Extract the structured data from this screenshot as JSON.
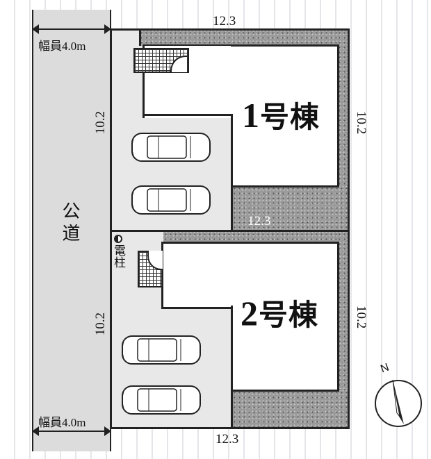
{
  "road": {
    "label": "公道",
    "width_top": "幅員4.0m",
    "width_bottom": "幅員4.0m"
  },
  "lots": [
    {
      "id": "1",
      "label_num": "1",
      "label_suffix": "号棟",
      "dim_top": "12.3",
      "dim_bottom": "12.3",
      "dim_left": "10.2",
      "dim_right": "10.2",
      "parking_spaces": 2
    },
    {
      "id": "2",
      "label_num": "2",
      "label_suffix": "号棟",
      "dim_bottom": "12.3",
      "dim_left": "10.2",
      "dim_right": "10.2",
      "parking_spaces": 2
    }
  ],
  "utility_pole": {
    "label": "電柱",
    "icon": "half-filled-circle"
  },
  "compass": {
    "label": "N"
  },
  "colors": {
    "road": "#dcdcdc",
    "lot": "#e8e8e8",
    "gravel": "#9a9a9a",
    "house": "#ffffff",
    "outline": "#222222"
  }
}
